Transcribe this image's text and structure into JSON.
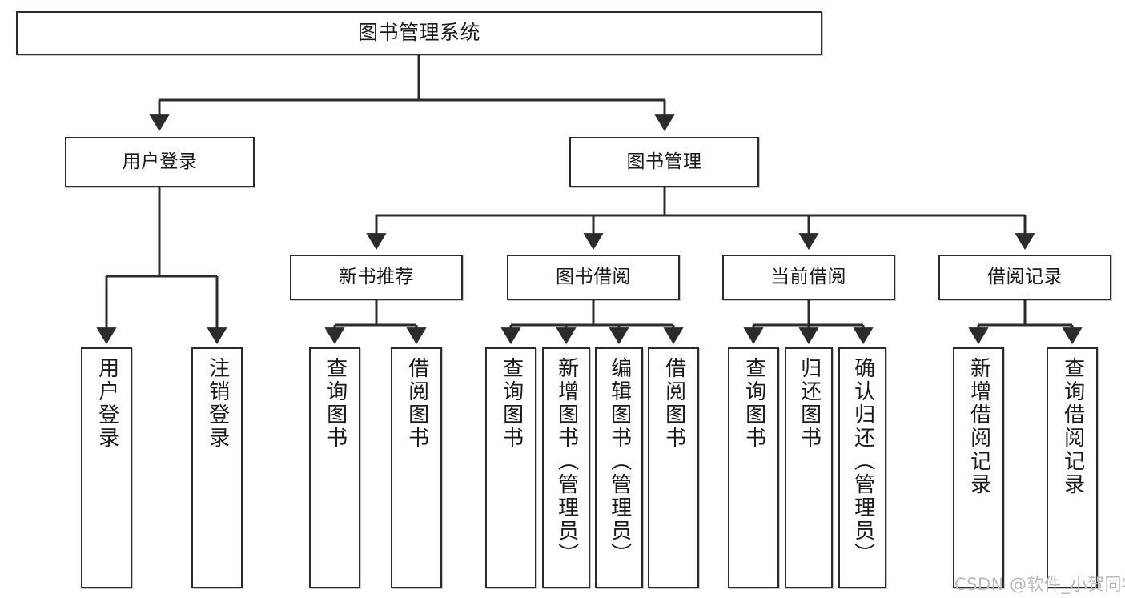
{
  "diagram": {
    "title": "图书管理系统",
    "type": "tree-hierarchy-chart",
    "orientation": "top-down",
    "colors": {
      "box_border": "#2b2b2b",
      "box_fill": "#ffffff",
      "connector": "#2b2b2b",
      "text": "#1a1a1a",
      "watermark": "#b9b9b9",
      "background": "#ffffff"
    }
  },
  "root": {
    "label": "图书管理系统"
  },
  "level1": [
    {
      "label": "用户登录"
    },
    {
      "label": "图书管理"
    }
  ],
  "level2": [
    {
      "label": "新书推荐"
    },
    {
      "label": "图书借阅"
    },
    {
      "label": "当前借阅"
    },
    {
      "label": "借阅记录"
    }
  ],
  "leaves": {
    "user_login": [
      {
        "label": "用户登录"
      },
      {
        "label": "注销登录"
      }
    ],
    "new_book_recommend": [
      {
        "label": "查询图书"
      },
      {
        "label": "借阅图书"
      }
    ],
    "book_borrow": [
      {
        "label": "查询图书"
      },
      {
        "label": "新增图书（管理员）"
      },
      {
        "label": "编辑图书（管理员）"
      },
      {
        "label": "借阅图书"
      }
    ],
    "current_borrow": [
      {
        "label": "查询图书"
      },
      {
        "label": "归还图书"
      },
      {
        "label": "确认归还（管理员）"
      }
    ],
    "borrow_record": [
      {
        "label": "新增借阅记录"
      },
      {
        "label": "查询借阅记录"
      }
    ]
  },
  "watermark": {
    "text": "CSDN @软件_小贺同学"
  }
}
